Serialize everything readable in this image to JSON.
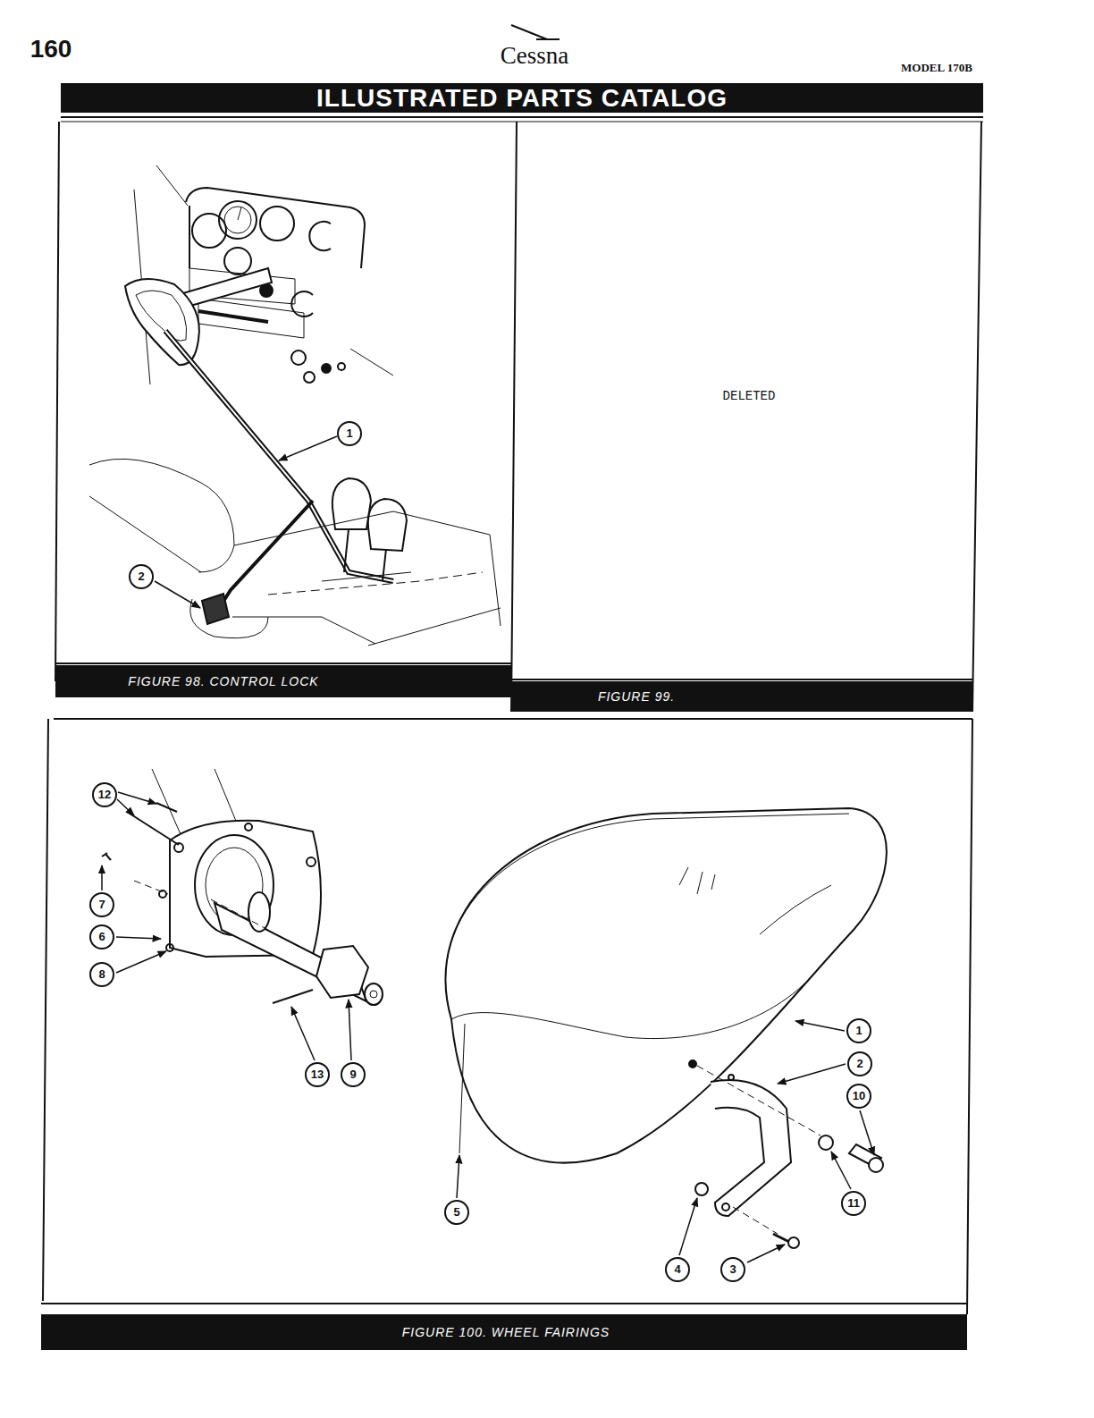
{
  "diagram": {
    "title": "ILLUSTRATED PARTS CATALOG",
    "labels": [
      "160",
      "Cessna",
      "MODEL 170B",
      "DELETED",
      "FIGURE 98. CONTROL LOCK",
      "FIGURE 99.",
      "FIGURE 100. WHEEL FAIRINGS",
      "1",
      "2",
      "12",
      "7",
      "6",
      "8",
      "13",
      "9",
      "1",
      "2",
      "10",
      "11",
      "5",
      "4",
      "3"
    ]
  }
}
